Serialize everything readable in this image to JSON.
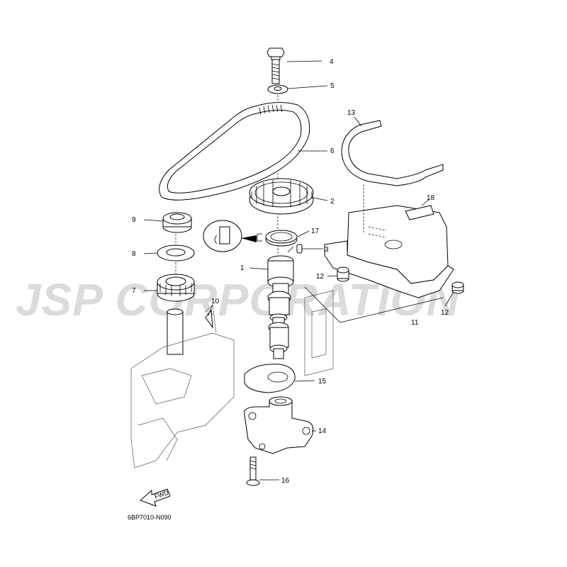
{
  "watermark": "JSP CORPORATION",
  "diagram_code": "6BP7010-N090",
  "fwd_label": "FWD",
  "callouts": [
    {
      "id": "1",
      "label": "1"
    },
    {
      "id": "2",
      "label": "2"
    },
    {
      "id": "3",
      "label": "3"
    },
    {
      "id": "4",
      "label": "4"
    },
    {
      "id": "5",
      "label": "5"
    },
    {
      "id": "6",
      "label": "6"
    },
    {
      "id": "7",
      "label": "7"
    },
    {
      "id": "8",
      "label": "8"
    },
    {
      "id": "9",
      "label": "9"
    },
    {
      "id": "10",
      "label": "10"
    },
    {
      "id": "11",
      "label": "11"
    },
    {
      "id": "12a",
      "label": "12"
    },
    {
      "id": "12b",
      "label": "12"
    },
    {
      "id": "13",
      "label": "13"
    },
    {
      "id": "14",
      "label": "14"
    },
    {
      "id": "15",
      "label": "15"
    },
    {
      "id": "16",
      "label": "16"
    },
    {
      "id": "17",
      "label": "17"
    },
    {
      "id": "18",
      "label": "18"
    }
  ]
}
